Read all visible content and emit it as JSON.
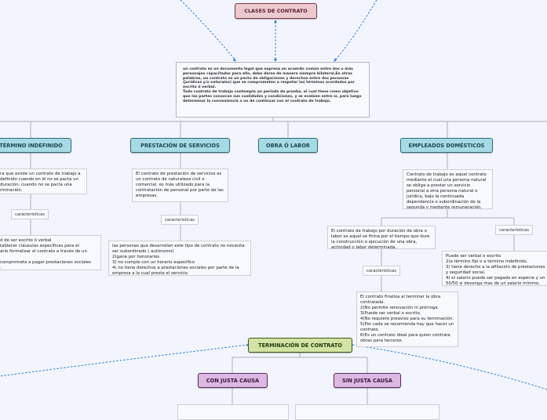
{
  "title": "CLASES DE CONTRATO",
  "definition": "un contrato es un documento legal que expresa un acuerdo común entre dos o más personajes capacitadas para ello, debe darse de manera siempre bilateral,En otras palabras, un contrato es un pacto de obligaciones y derechos entre dos personas (jurídicas y/o naturales) que se comprometen a respetar los términos acordados por escrito ó verbal.\nTodo contrato de trabajo contempla un periodo de prueba, el cual tiene como objetivo que las partes conozcan sus cualidades y condiciones, y se evalúen entre sí, para luego determinar la conveniencia o no de continuar con el contrato de trabajo.",
  "branches": {
    "indefinido": {
      "label": "TÉRMINO INDEFINIDO",
      "text": "ra que existe un contrato de trabajo a\n definido  cuando en él no se pacta un\nduración, cuando no se pacta una\nrminación.",
      "chip": "caracteristicas",
      "details": "d de ser escrito ó verbal\ntablecer cláusulas específicas para el\nario formalizar el contrato a través de un\n\n comprometa a pagar prestaciones sociales\n."
    },
    "prestacion": {
      "label": "PRESTACIÓN DE SERVICIOS",
      "text": "El contrato de prestación de servicios es un contrato de naturaleza civil o comercial,   es más utilizado para la contratación de personal por parte de las empresas.",
      "chip": "caracteristicas",
      "details": "las personas que desarrollan este tipo de contrato no necesita ser subordinado ( autónomo)\n2)gana por honorarios\n3) no cumple con un horario especifico\n4) no tiene derechos a prestaciones sociales por parte de la empresa a la cual presta el servicio."
    },
    "obra": {
      "label": "OBRA Ó LABOR",
      "text": "El contrato de trabajo por duración de obra o labor es aquel se firma por el tiempo que dure la construcción o ejecución de una obra, actividad o labor determinada.",
      "chip": "caracteristicas",
      "details": "El contrato finaliza al terminar la obra contratada.\n2)No permite renovación ni prórroga.\n3)Puede ser verbal o escrito.\n4)No requiere preaviso para su terminación.\n5)Por cada se recomienda hay que hacer un contrato.\n6)Es un contrato ideal para quien contrata obras para terceros."
    },
    "empleados": {
      "label": "EMPLEADOS DOMÉSTICOS",
      "text": "Contrato de trabajo es aquel contrato mediante el cual una persona natural se obliga a prestar un servicio personal a otra persona natural o jurídica, bajo la continuada dependencia o subordinación de la segunda y mediante remuneración.",
      "chip": "caracteristicas",
      "details": "Puede ser verbal o escrito\n2)a término fijo o a término indefinido.\n3) tiene derecho a la afiliación de prestaciones y seguridad social.\n4) el salario puede ser pagado en especie y un 50/50 si devenga mas de un salario mínimo."
    }
  },
  "termination": {
    "label": "TERMINACIÓN DE CONTRATO",
    "con": "CON JUSTA CAUSA",
    "sin": "SIN JUSTA CAUSA"
  },
  "colors": {
    "connector": "#b9bac2",
    "dashed": "#2b7fd6",
    "title": "#ebc9cf",
    "branch": "#a6dbe3",
    "termination": "#d3e3a4",
    "cause": "#dcb9e1"
  }
}
